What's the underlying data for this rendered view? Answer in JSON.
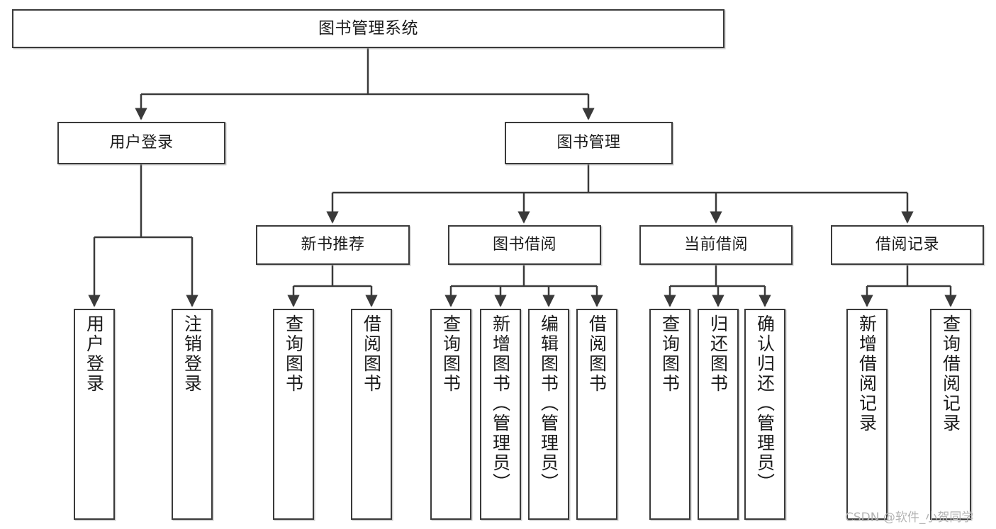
{
  "diagram": {
    "title": "图书管理系统",
    "type": "tree-hierarchy",
    "watermark": "CSDN @软件_小贺同学",
    "colors": {
      "stroke": "#3a3a3a",
      "fill": "#ffffff",
      "text": "#1a1a1a",
      "watermark": "#b4b4b4"
    },
    "nodes": {
      "root": {
        "label": "图书管理系统"
      },
      "level2": [
        {
          "id": "user-login",
          "label": "用户登录"
        },
        {
          "id": "book-management",
          "label": "图书管理"
        }
      ],
      "level3": [
        {
          "id": "new-book-recommend",
          "label": "新书推荐"
        },
        {
          "id": "book-borrow",
          "label": "图书借阅"
        },
        {
          "id": "current-borrow",
          "label": "当前借阅"
        },
        {
          "id": "borrow-record",
          "label": "借阅记录"
        }
      ],
      "leaves": {
        "user_login": [
          {
            "id": "leaf-user-login",
            "label": "用户登录"
          },
          {
            "id": "leaf-logout-login",
            "label": "注销登录"
          }
        ],
        "new_book_recommend": [
          {
            "id": "leaf-query-book-1",
            "label": "查询图书"
          },
          {
            "id": "leaf-borrow-book-1",
            "label": "借阅图书"
          }
        ],
        "book_borrow": [
          {
            "id": "leaf-query-book-2",
            "label": "查询图书"
          },
          {
            "id": "leaf-add-book",
            "label": "新增图书（管理员）"
          },
          {
            "id": "leaf-edit-book",
            "label": "编辑图书（管理员）"
          },
          {
            "id": "leaf-borrow-book-2",
            "label": "借阅图书"
          }
        ],
        "current_borrow": [
          {
            "id": "leaf-query-book-3",
            "label": "查询图书"
          },
          {
            "id": "leaf-return-book",
            "label": "归还图书"
          },
          {
            "id": "leaf-confirm-return",
            "label": "确认归还（管理员）"
          }
        ],
        "borrow_record": [
          {
            "id": "leaf-add-record",
            "label": "新增借阅记录"
          },
          {
            "id": "leaf-query-record",
            "label": "查询借阅记录"
          }
        ]
      }
    }
  }
}
